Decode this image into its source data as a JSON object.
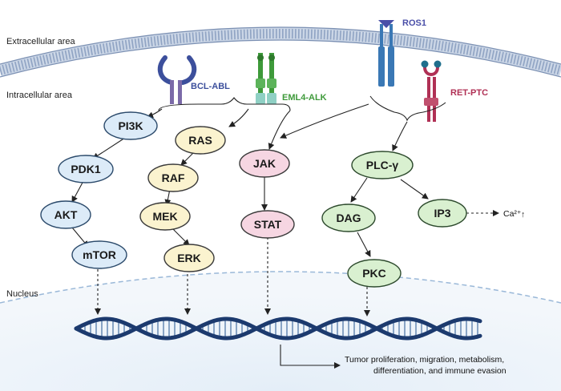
{
  "regions": {
    "extracellular": "Extracellular area",
    "intracellular": "Intracellular area",
    "nucleus": "Nucleus"
  },
  "receptors": {
    "bcl_abl": "BCL-ABL",
    "eml4_alk": "EML4-ALK",
    "ros1": "ROS1",
    "ret_ptc": "RET-PTC"
  },
  "nodes": {
    "pi3k": "PI3K",
    "pdk1": "PDK1",
    "akt": "AKT",
    "mtor": "mTOR",
    "ras": "RAS",
    "raf": "RAF",
    "mek": "MEK",
    "erk": "ERK",
    "jak": "JAK",
    "stat": "STAT",
    "plc": "PLC-γ",
    "dag": "DAG",
    "ip3": "IP3",
    "pkc": "PKC"
  },
  "calcium": {
    "label": "Ca²⁺",
    "arrow": "↑"
  },
  "outcome": {
    "line1": "Tumor proliferation, migration, metabolism,",
    "line2": "differentiation, and immune evasion"
  },
  "colors": {
    "pi3k_axis": "#dcebf8",
    "ras_axis": "#fbf3cf",
    "jak_axis": "#f6d6e2",
    "plc_axis": "#d9f0d0",
    "bcl_abl": "#3c4f9c",
    "eml4_alk": "#3e9a3a",
    "ros1": "#3a78b5",
    "ret_ptc": "#b03055",
    "dna": "#1c3a6e"
  }
}
